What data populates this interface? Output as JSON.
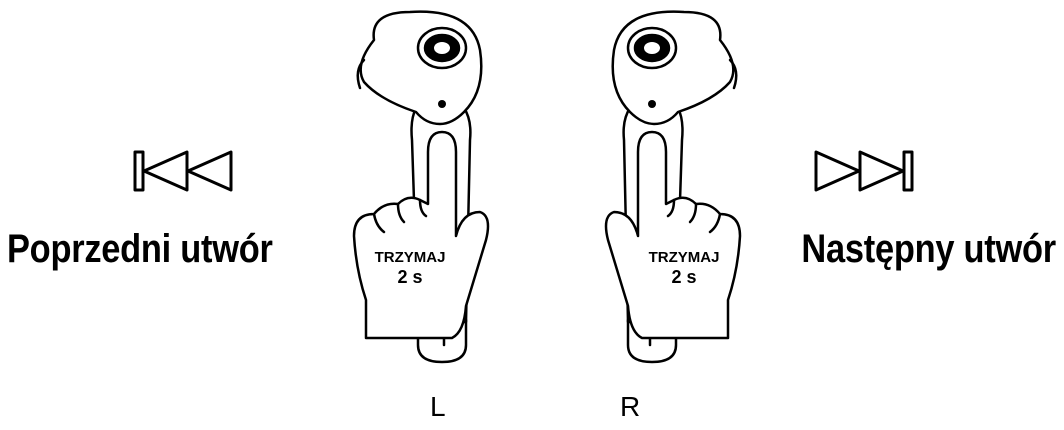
{
  "prev_track": {
    "label": "Poprzedni utwór",
    "icon": "skip-back-icon"
  },
  "next_track": {
    "label": "Następny utwór",
    "icon": "skip-forward-icon"
  },
  "left_earbud": {
    "side": "L",
    "hold_line1": "TRZYMAJ",
    "hold_line2": "2 s"
  },
  "right_earbud": {
    "side": "R",
    "hold_line1": "TRZYMAJ",
    "hold_line2": "2 s"
  }
}
